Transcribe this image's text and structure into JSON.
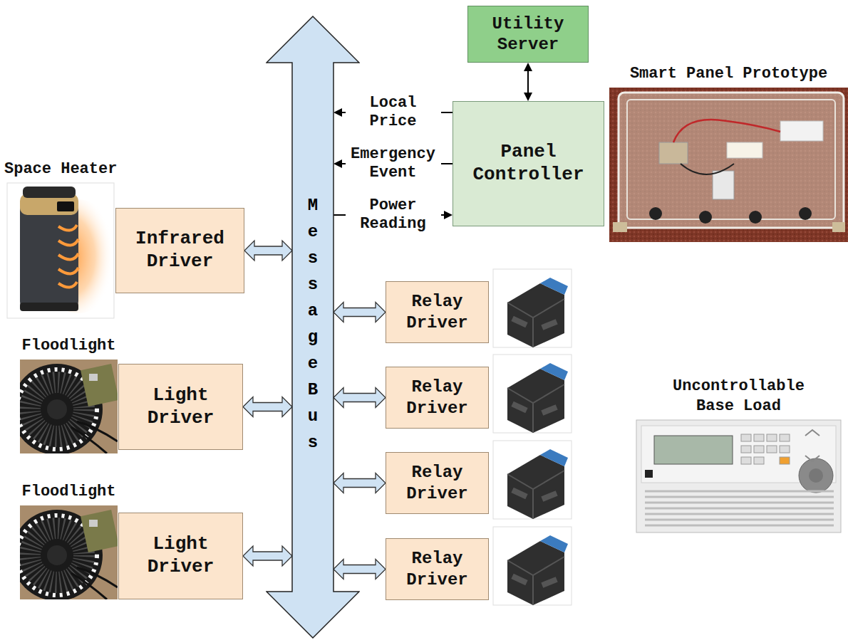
{
  "diagram": {
    "nodes": [
      {
        "text": [
          "Utility Server"
        ]
      },
      {
        "text": [
          "Panel Controller"
        ]
      },
      {
        "text": [
          "Smart Panel Prototype"
        ]
      },
      {
        "text": [
          "Message Bus"
        ]
      },
      {
        "text": [
          "Space Heater"
        ]
      },
      {
        "text": [
          "Infrared Driver"
        ]
      },
      {
        "text": [
          "Floodlight"
        ]
      },
      {
        "text": [
          "Light Driver"
        ]
      },
      {
        "text": [
          "Floodlight"
        ]
      },
      {
        "text": [
          "Light Driver"
        ]
      },
      {
        "text": [
          "Relay Driver"
        ]
      },
      {
        "text": [
          "Relay Driver"
        ]
      },
      {
        "text": [
          "Relay Driver"
        ]
      },
      {
        "text": [
          "Relay Driver"
        ]
      },
      {
        "text": [
          "Uncontrollable Base Load"
        ]
      }
    ],
    "edges": [
      {
        "from": 0,
        "to": 1,
        "arrow": "both"
      },
      {
        "from": 1,
        "to": 3,
        "label": "Local Price",
        "arrow": "to"
      },
      {
        "from": 1,
        "to": 3,
        "label": "Emergency Event",
        "arrow": "to"
      },
      {
        "from": 3,
        "to": 1,
        "label": "Power Reading",
        "arrow": "to"
      },
      {
        "from": 5,
        "to": 3,
        "arrow": "both"
      },
      {
        "from": 7,
        "to": 3,
        "arrow": "both"
      },
      {
        "from": 9,
        "to": 3,
        "arrow": "both"
      },
      {
        "from": 3,
        "to": 10,
        "arrow": "both"
      },
      {
        "from": 3,
        "to": 11,
        "arrow": "both"
      },
      {
        "from": 3,
        "to": 12,
        "arrow": "both"
      },
      {
        "from": 3,
        "to": 13,
        "arrow": "both"
      }
    ]
  }
}
